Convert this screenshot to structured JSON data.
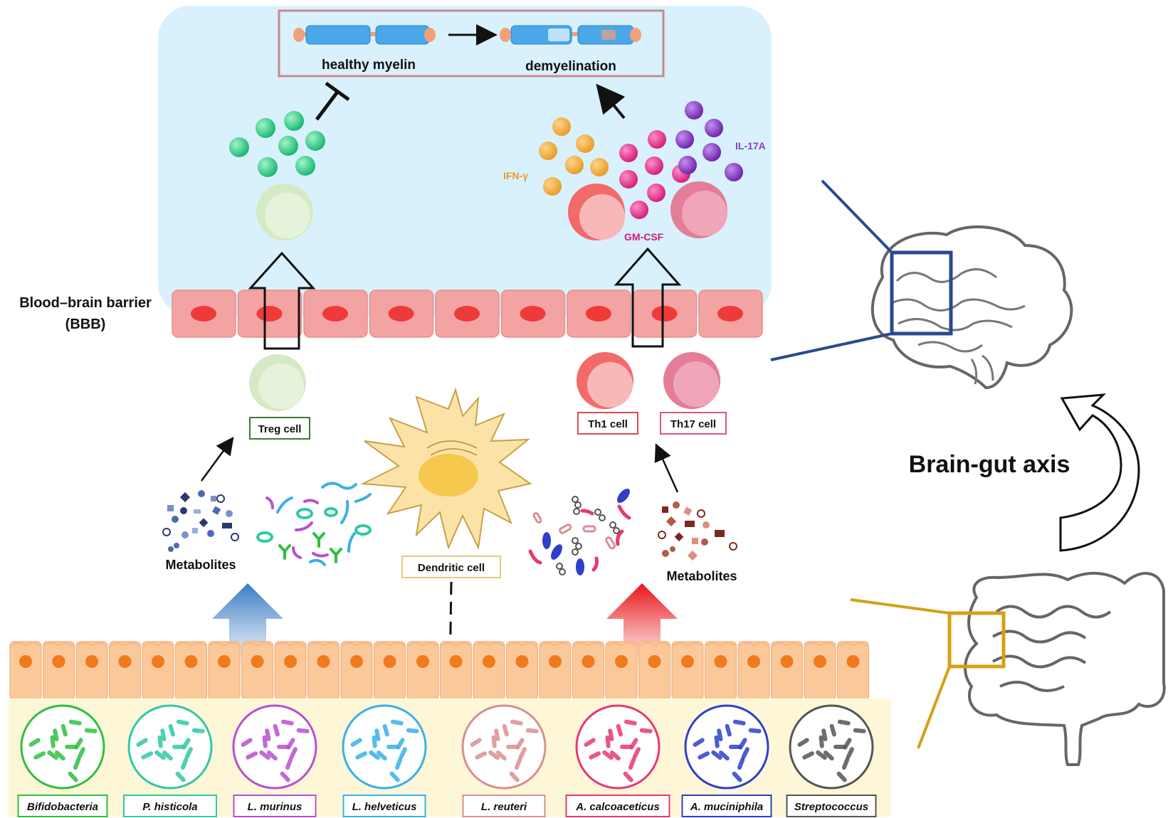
{
  "myelin": {
    "healthy_label": "healthy myelin",
    "demyelination_label": "demyelination"
  },
  "cytokines": {
    "ifn": "IFN-γ",
    "il17": "IL-17A",
    "gmcsf": "GM-CSF"
  },
  "bbb": {
    "label_line1": "Blood–brain barrier",
    "label_line2": "(BBB)"
  },
  "cells": {
    "treg": "Treg cell",
    "th1": "Th1 cell",
    "th17": "Th17 cell",
    "dendritic": "Dendritic cell"
  },
  "metabolites": {
    "left": "Metabolites",
    "right": "Metabolites"
  },
  "axis_label": "Brain-gut axis",
  "bacteria": [
    {
      "name": "Bifidobacteria",
      "color": "#2fbf3f"
    },
    {
      "name": "P. histicola",
      "color": "#2fc9a4"
    },
    {
      "name": "L. murinus",
      "color": "#b84fd0"
    },
    {
      "name": "L. helveticus",
      "color": "#3ab0e8"
    },
    {
      "name": "L. reuteri",
      "color": "#d98f92"
    },
    {
      "name": "A. calcoaceticus",
      "color": "#e8386f"
    },
    {
      "name": "A. muciniphila",
      "color": "#2f3fc9"
    },
    {
      "name": "Streptococcus",
      "color": "#555555"
    }
  ],
  "colors": {
    "brain_bg": "#d8f1fc",
    "bbb_cell": "#f4a3a3",
    "bbb_nucleus": "#ef3a3a",
    "gut_cell": "#fbc89a",
    "gut_nucleus": "#f07a1e",
    "lumen": "#fdf7d8",
    "treg": "#cfe8bd",
    "th1": "#f26a6a",
    "th17": "#e47d97",
    "green_cytokine": "#2ed48c",
    "ifn": "#f4ad3c",
    "gmcsf": "#e6318c",
    "il17": "#8a3cc0",
    "brain_box": "#2a4a8f",
    "gut_box": "#d4a017"
  }
}
